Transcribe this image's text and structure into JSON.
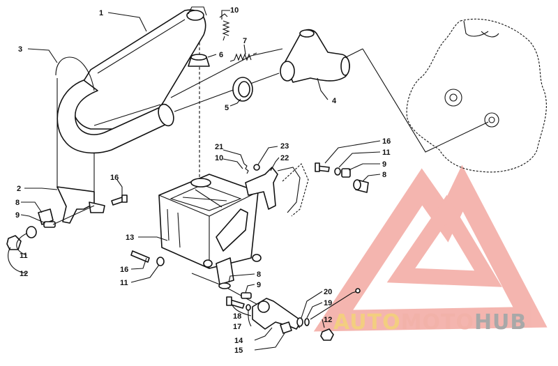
{
  "callouts": {
    "muffler": "1",
    "spring_top": "10",
    "clip": "3",
    "spring_mid": "7",
    "grommet": "6",
    "gasket": "5",
    "manifold": "4",
    "bracket_left": "2",
    "bolt_left": "16",
    "isolator_left": "8",
    "spacer_left": "9",
    "washer_left": "11",
    "nut_left": "12",
    "spring_bracket": "21",
    "spring_small": "10",
    "screw_bracket": "23",
    "bracket_mid": "22",
    "bolt_right": "16",
    "washer_right": "11",
    "spacer_right": "9",
    "isolator_right": "8",
    "resonator": "13",
    "bolt_center": "16",
    "washer_center": "11",
    "isolator_bottom": "8",
    "spacer_bottom": "9",
    "screw_bottom": "18",
    "washer_bottom": "17",
    "mount_bracket": "14",
    "nut_bottom": "15",
    "cable": "20",
    "clip_bottom": "19",
    "nut_right": "12"
  },
  "watermark": {
    "part1": "AUTO",
    "part2": "MOTO",
    "part3": "HUB"
  },
  "colors": {
    "line": "#111111",
    "watermark_red": "#f3a9a2",
    "watermark_yellow": "#f2c66a",
    "watermark_gray": "#9a9a9a"
  }
}
